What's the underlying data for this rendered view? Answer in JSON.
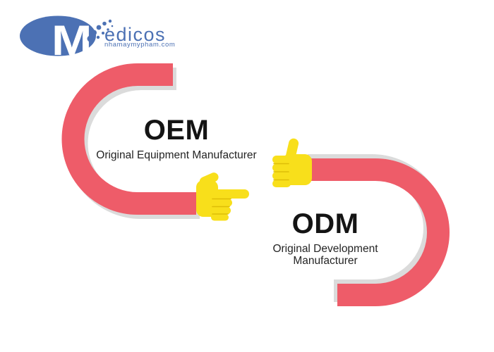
{
  "logo": {
    "monogram": "M",
    "brand": "edicos",
    "website": "nhamaymypham.com"
  },
  "oem": {
    "title": "OEM",
    "subtitle": "Original Equipment Manufacturer"
  },
  "odm": {
    "title": "ODM",
    "subtitle": "Original Development Manufacturer"
  },
  "icons": {
    "oem_hand": "pointing-finger-right",
    "odm_hand": "thumbs-up"
  },
  "colors": {
    "arc_red": "#EE5C69",
    "hand_yellow": "#F8DF1B",
    "crease_yellow": "#DDBE07",
    "shadow_gray": "#DBDBDB",
    "logo_blue": "#4C71B4",
    "text_black": "#1B1B1B"
  }
}
